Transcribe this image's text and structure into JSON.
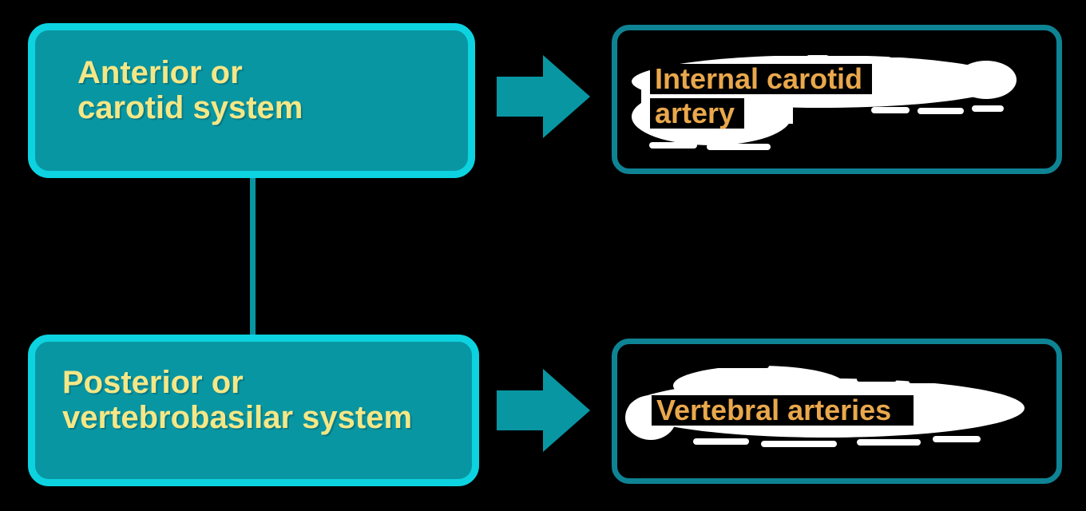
{
  "background": "#000000",
  "colors": {
    "teal_fill": "#0996A3",
    "cyan_border": "#0CD3DF",
    "dark_teal_border": "#0E8394",
    "yellow_text": "#F5E786",
    "orange_text": "#E9A84C",
    "highlight_white": "#FFFFFF",
    "band_black": "#000000",
    "background": "#000000"
  },
  "nodes": {
    "anterior": {
      "lines": [
        "Anterior or",
        "carotid system"
      ]
    },
    "posterior": {
      "lines": [
        "Posterior or",
        "vertebrobasilar system"
      ]
    },
    "internal_carotid": {
      "lines": [
        "Internal carotid",
        "artery"
      ]
    },
    "vertebral": {
      "lines": [
        "Vertebral arteries"
      ]
    }
  },
  "edges": [
    {
      "from": "anterior",
      "to": "internal_carotid",
      "type": "arrow-right"
    },
    {
      "from": "posterior",
      "to": "vertebral",
      "type": "arrow-right"
    },
    {
      "from": "anterior",
      "to": "posterior",
      "type": "line-vertical"
    }
  ]
}
